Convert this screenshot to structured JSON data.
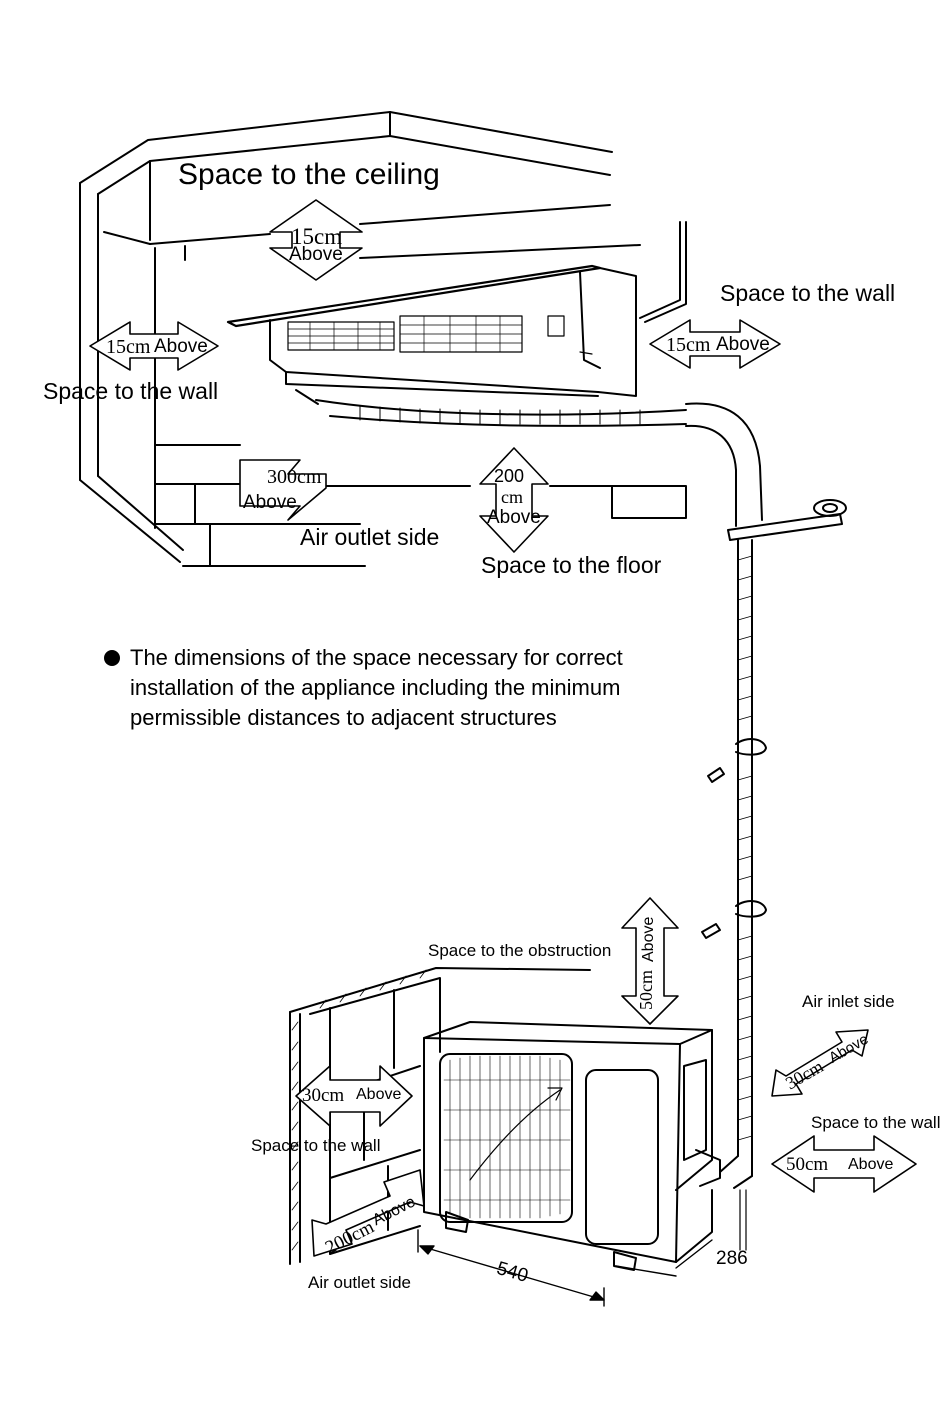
{
  "indoor": {
    "ceiling_title": "Space to the ceiling",
    "ceiling_value": "15cm",
    "ceiling_above": "Above",
    "left_wall_value": "15cm",
    "left_wall_above": "Above",
    "left_wall_label": "Space to the wall",
    "right_wall_label": "Space to the wall",
    "right_wall_value": "15cm",
    "right_wall_above": "Above",
    "outlet_value": "300cm",
    "outlet_above": "Above",
    "outlet_label": "Air outlet side",
    "floor_value": "200",
    "floor_unit": "cm",
    "floor_above": "Above",
    "floor_label": "Space to the floor"
  },
  "note": {
    "lines": [
      "The dimensions of the space necessary for correct",
      "installation of the appliance including the minimum",
      "permissible distances to adjacent structures"
    ]
  },
  "outdoor": {
    "obstruction_label": "Space to the obstruction",
    "obstruction_value": "50cm",
    "obstruction_above": "Above",
    "inlet_label": "Air inlet side",
    "inlet_value": "30cm",
    "inlet_above": "Above",
    "right_wall_label": "Space to the wall",
    "right_wall_value": "50cm",
    "right_wall_above": "Above",
    "left_wall_value": "30cm",
    "left_wall_above": "Above",
    "left_wall_label": "Space to the wall",
    "outlet_value": "200cm",
    "outlet_above": "Above",
    "outlet_label": "Air outlet side",
    "width_dim": "540",
    "depth_dim": "286"
  }
}
